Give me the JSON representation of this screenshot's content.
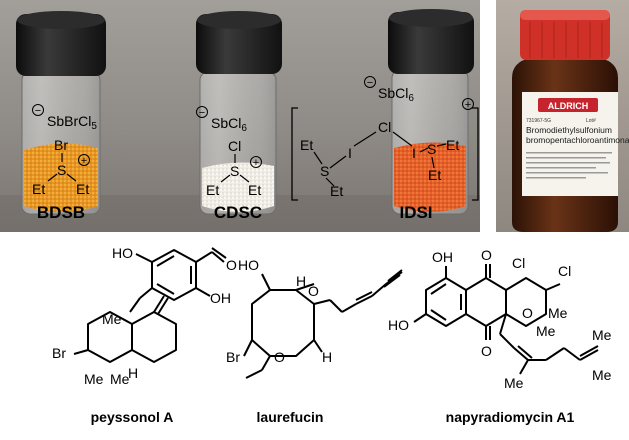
{
  "photo_vials": {
    "vials": [
      {
        "name": "BDSB",
        "anion": "SbBrCl",
        "anion_sub": "5",
        "minus": "−",
        "halogen": "Br",
        "sulfur": "S",
        "plus": "+",
        "et_left": "Et",
        "et_right": "Et"
      },
      {
        "name": "CDSC",
        "anion": "SbCl",
        "anion_sub": "6",
        "minus": "−",
        "halogen": "Cl",
        "sulfur": "S",
        "plus": "+",
        "et_left": "Et",
        "et_right": "Et"
      },
      {
        "name": "IDSI",
        "anion": "SbCl",
        "anion_sub": "6",
        "minus": "−",
        "plus": "+",
        "cl": "Cl",
        "iodine_left": "I",
        "iodine_right": "I",
        "s_left": "S",
        "s_right": "S",
        "et_l1": "Et",
        "et_l2": "Et",
        "et_r1": "Et",
        "et_r2": "Et"
      }
    ]
  },
  "photo_bottle": {
    "brand": "ALDRICH",
    "lot_label": "Lot#",
    "catalog": "731967-5G",
    "product_line1": "Bromodiethylsulfonium",
    "product_line2": "bromopentachloroantimonate"
  },
  "molecules": [
    {
      "name": "peyssonol A",
      "labels": {
        "ho": "HO",
        "oh": "OH",
        "o": "O",
        "me1": "Me",
        "me2": "Me",
        "me3": "Me",
        "br": "Br",
        "h": "H"
      }
    },
    {
      "name": "laurefucin",
      "labels": {
        "ho": "HO",
        "o1": "O",
        "br": "Br",
        "o2": "O",
        "h1": "H",
        "h2": "H"
      }
    },
    {
      "name": "napyradiomycin A1",
      "labels": {
        "oh": "OH",
        "o1": "O",
        "cl1": "Cl",
        "cl2": "Cl",
        "ho": "HO",
        "o2": "O",
        "me1": "Me",
        "me2": "Me",
        "o3": "O",
        "me3": "Me",
        "me4": "Me",
        "me5": "Me"
      }
    }
  ],
  "colors": {
    "photo_bg": "#8e8a86",
    "cap": "#1d1d1d",
    "bdsb_powder": "#e8a321",
    "cdsc_powder": "#f1eee6",
    "idsi_powder": "#e8642a",
    "bottle_cap": "#d5352b",
    "bottle_glass": "#5b2a12",
    "label_red": "#c5242d"
  }
}
